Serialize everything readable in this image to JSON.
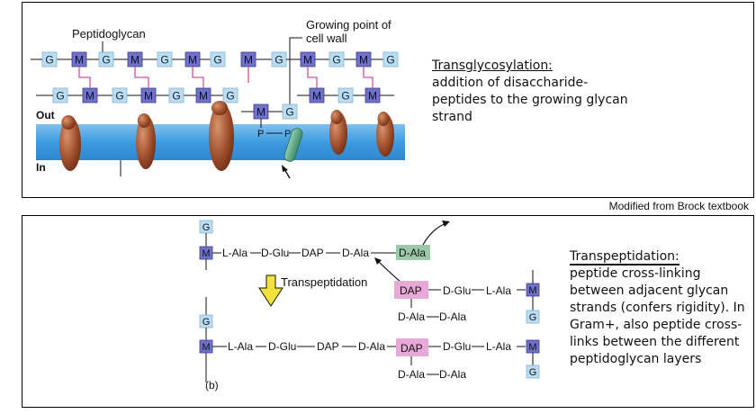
{
  "top_panel": {
    "labels": {
      "peptidoglycan": "Peptidoglycan",
      "growing_point_line1": "Growing point of",
      "growing_point_line2": "cell wall",
      "out": "Out",
      "in": "In",
      "p": "P"
    },
    "notes": {
      "title": "Transglycosylation:",
      "body": "addition of disaccharide-peptides to the growing glycan strand"
    }
  },
  "credit": "Modified from Brock textbook",
  "bottom_panel": {
    "notes": {
      "title": "Transpeptidation:",
      "body": "peptide cross-linking between adjacent glycan strands (confers rigidity). In Gram+, also peptide cross-links between the different peptidoglycan layers"
    },
    "labels": {
      "transpeptidation": "Transpeptidation",
      "panel_b": "(b)"
    },
    "residues": {
      "g": "G",
      "m": "M",
      "l_ala": "L-Ala",
      "d_glu": "D-Glu",
      "dap": "DAP",
      "d_ala": "D-Ala"
    }
  },
  "colors": {
    "g_box": "#bcdcf2",
    "m_box": "#6f72c9",
    "membrane": "#3d9be0",
    "protein": "#9a4a28",
    "lipid_carrier": "#3f8a6a",
    "dap_box": "#e8a8d8",
    "d_ala_box": "#9cc9a8",
    "arrow_fill": "#f3e23a",
    "link_pink": "#d64fa6"
  }
}
